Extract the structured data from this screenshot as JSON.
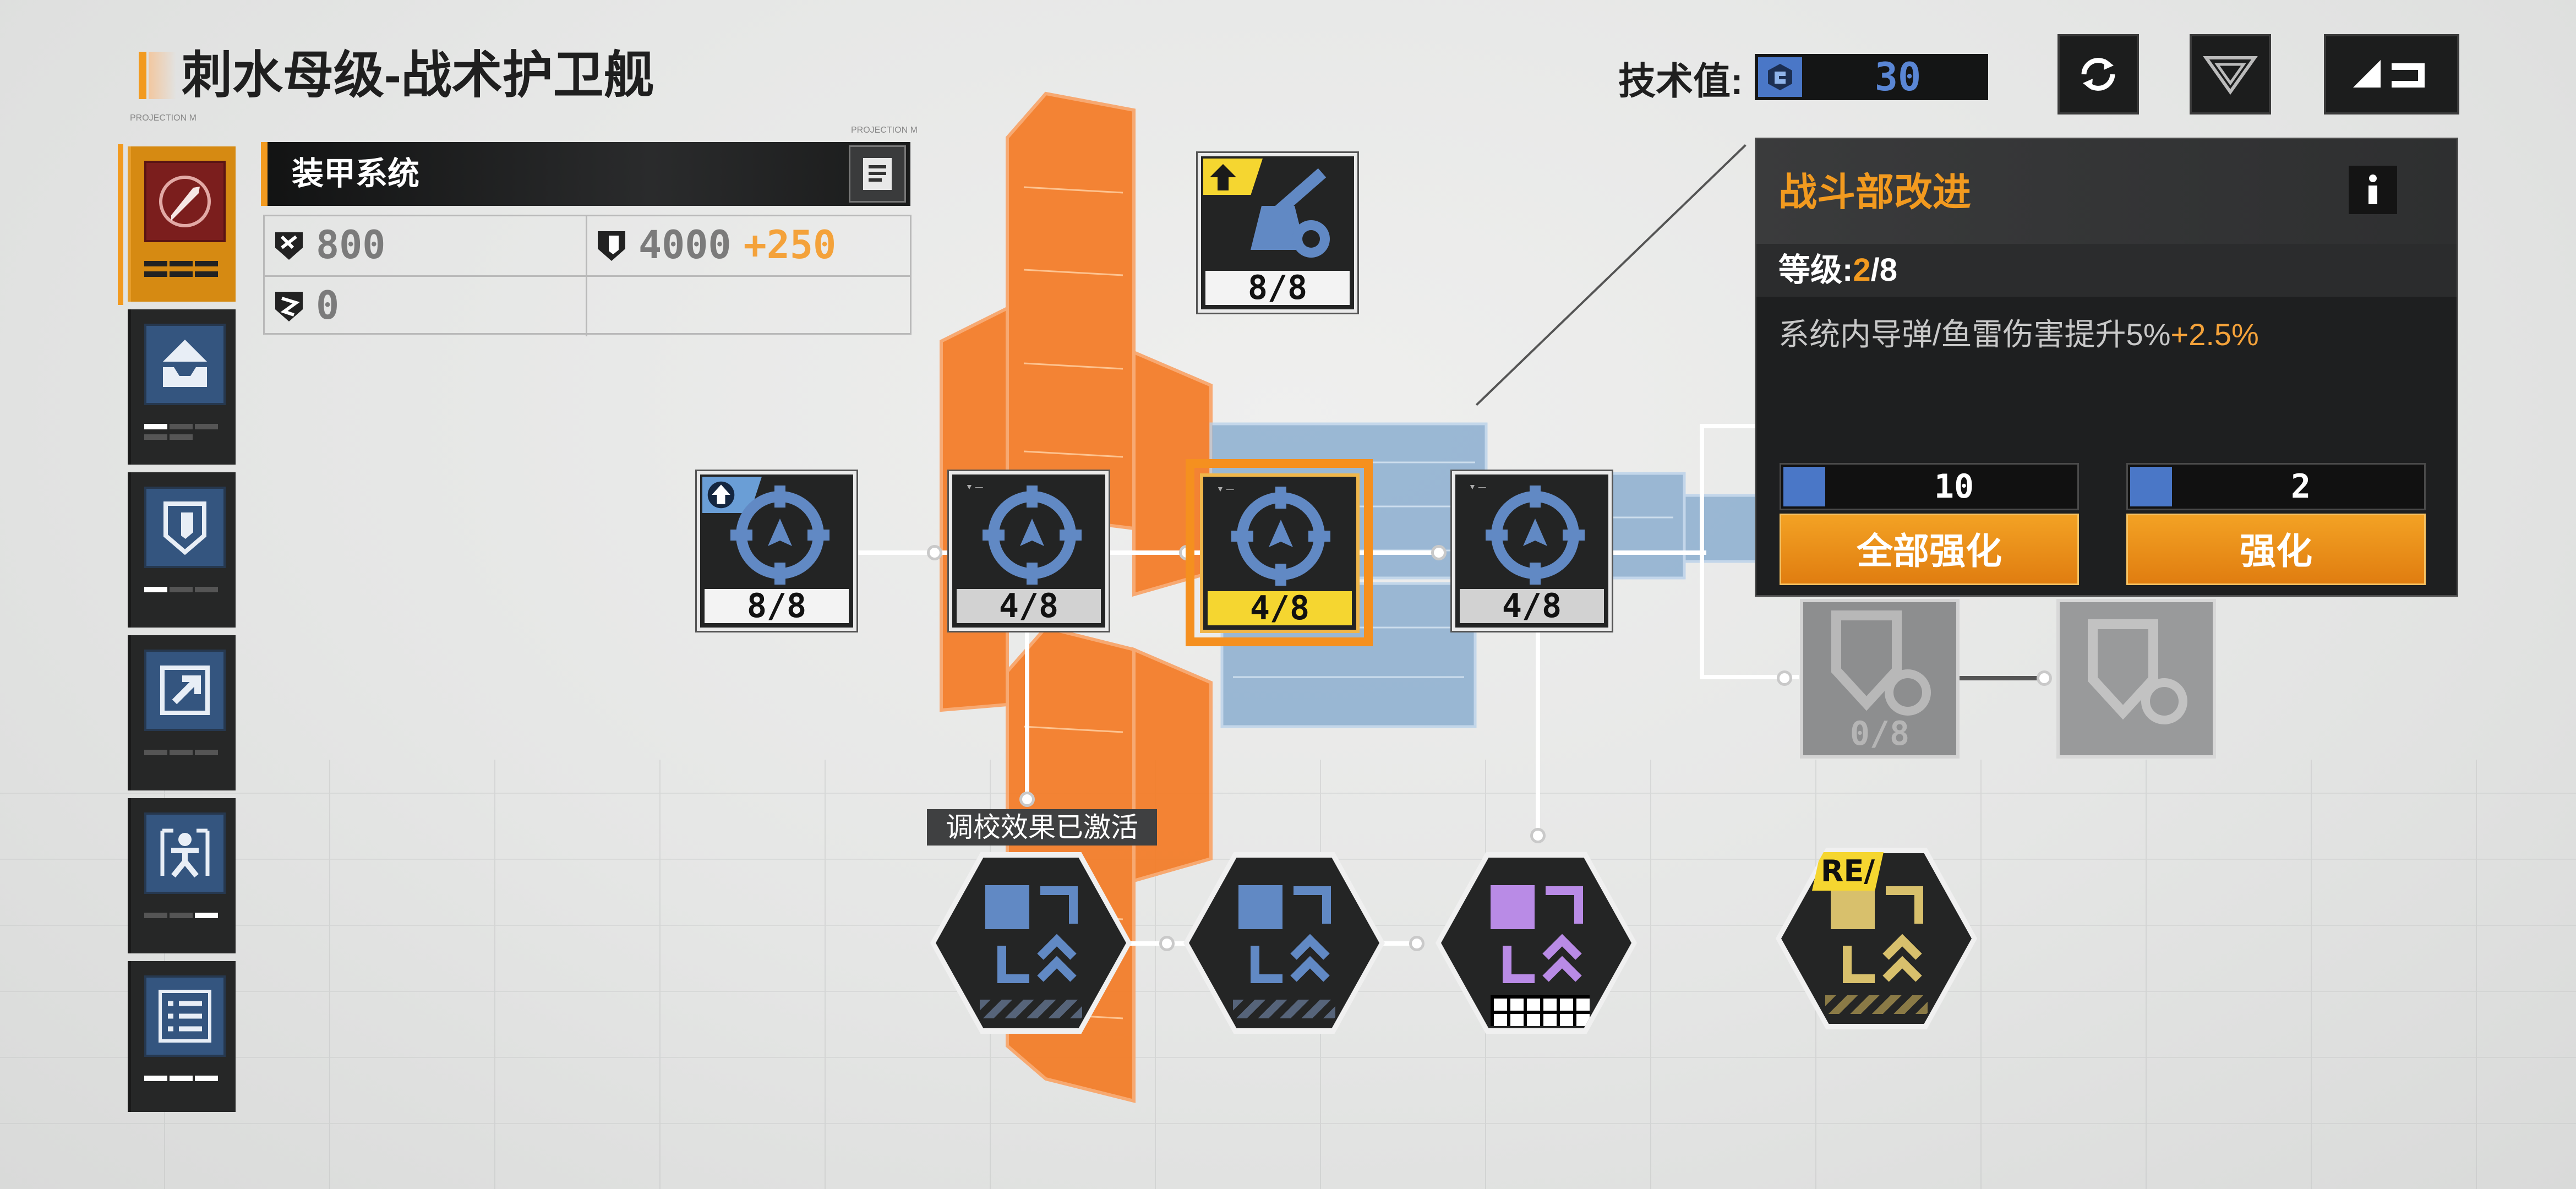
{
  "header": {
    "title": "刺水母级-战术护卫舰",
    "tiny_left": "PROJECTION M",
    "tiny_right": "PROJECTION M"
  },
  "tech": {
    "label": "技术值:",
    "value": "30"
  },
  "toolbar": {
    "refresh_icon": "refresh-icon",
    "emblem_icon": "emblem-icon",
    "back_icon": "back-icon"
  },
  "sidebar": {
    "items": [
      {
        "icon": "missile-icon",
        "selected": true
      },
      {
        "icon": "tray-icon"
      },
      {
        "icon": "shield-icon"
      },
      {
        "icon": "arrow-box-icon"
      },
      {
        "icon": "person-icon"
      },
      {
        "icon": "list-icon"
      }
    ]
  },
  "system": {
    "title": "装甲系统",
    "stats": [
      {
        "icon": "armor-icon",
        "value": "800"
      },
      {
        "icon": "shield-icon",
        "value": "4000",
        "bonus": "+250"
      },
      {
        "icon": "resist-icon",
        "value": "0"
      }
    ]
  },
  "nodes": [
    {
      "level": "8/8"
    },
    {
      "level": "8/8"
    },
    {
      "level": "4/8"
    },
    {
      "level": "4/8"
    },
    {
      "level": "4/8"
    },
    {
      "level": "0/8"
    }
  ],
  "calib": {
    "label": "调校效果已激活",
    "re_badge": "RE/"
  },
  "tooltip": {
    "title": "战斗部改进",
    "info_icon": "info-icon",
    "level_label": "等级:",
    "level_current": "2",
    "level_max": "/8",
    "desc": "系统内导弹/鱼雷伤害提升5%",
    "desc_bonus": "+2.5%",
    "cost_all": "10",
    "cost_one": "2",
    "btn_all": "全部强化",
    "btn_one": "强化"
  },
  "colors": {
    "accent": "#f29a1f",
    "blue": "#6189c4",
    "dark": "#1e1f20",
    "purple": "#b98be6",
    "yellow": "#f5d630"
  }
}
